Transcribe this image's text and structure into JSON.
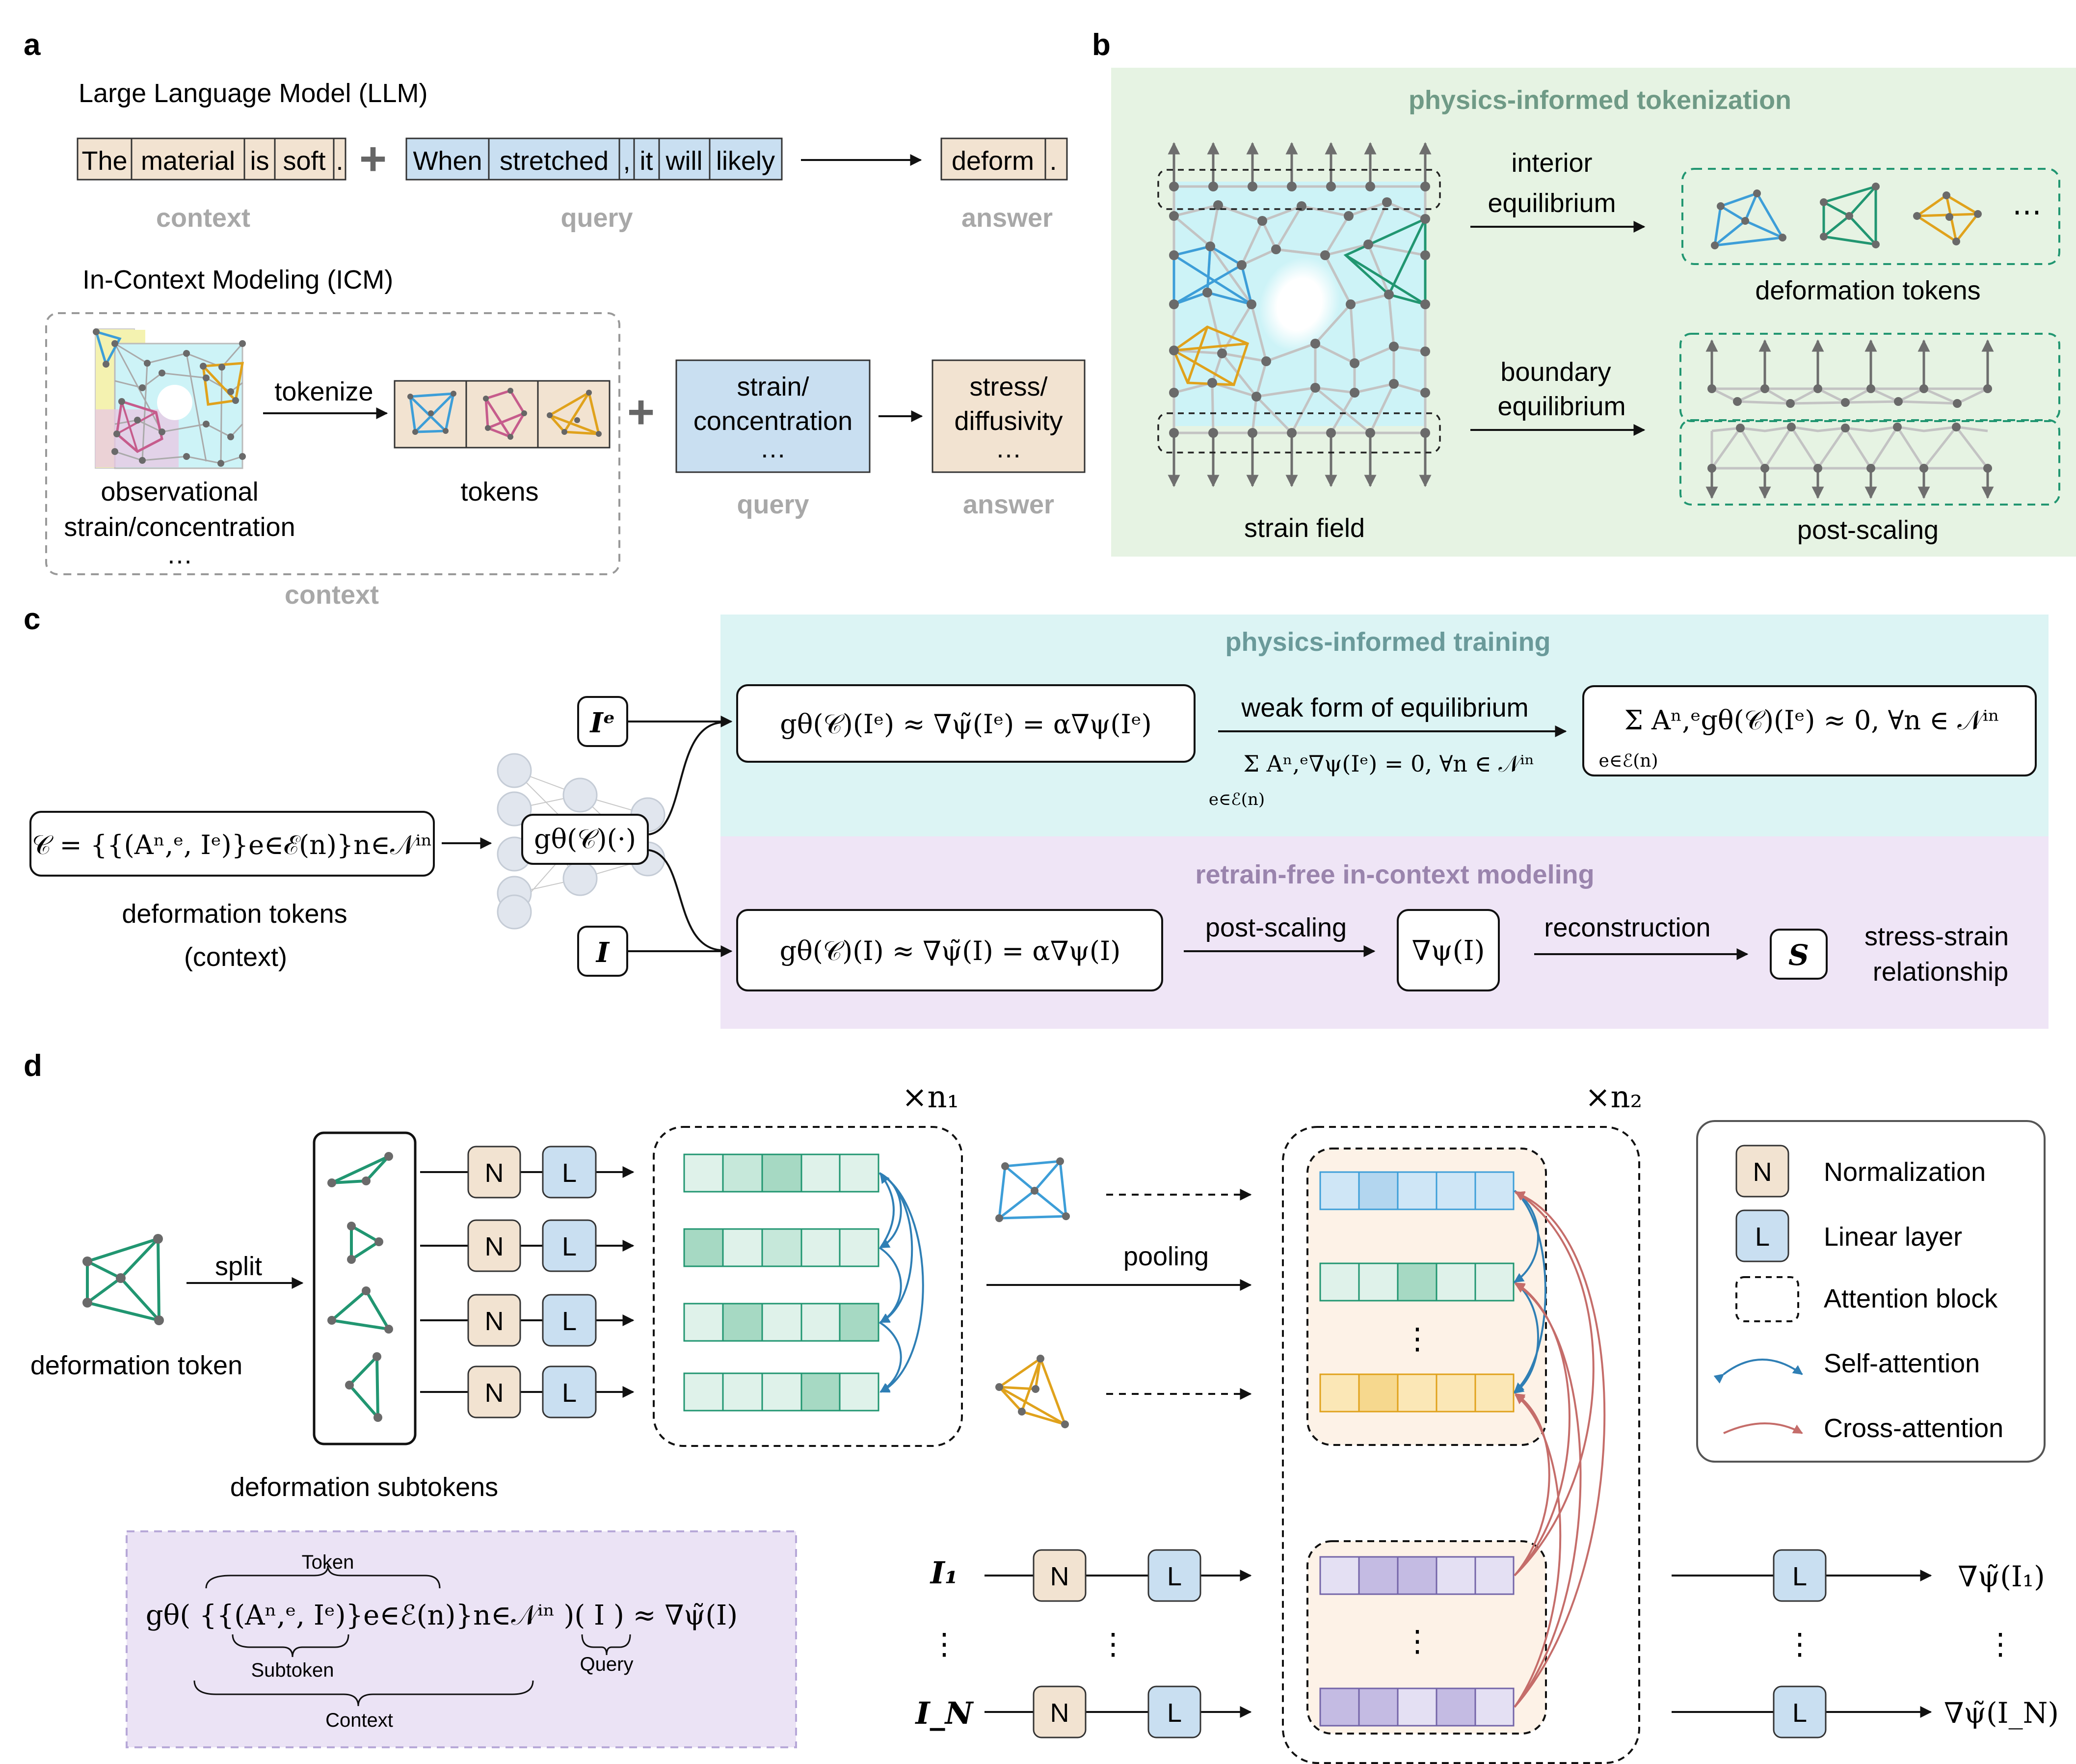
{
  "panels": {
    "a": "a",
    "b": "b",
    "c": "c",
    "d": "d"
  },
  "colors": {
    "context_fill": "#f2e3d1",
    "query_fill": "#c9dff1",
    "green_bg": "#e6f3e3",
    "cyan_bg": "#dcf4f4",
    "purple_bg": "#efe5f6",
    "mesh_fill": "#cdf3f7",
    "blue": "#3d9ed8",
    "green": "#219671",
    "orange": "#e0a21c",
    "pink": "#c65c8c",
    "self_attention": "#2f7fb5",
    "cross_attention": "#c56d6a"
  },
  "a": {
    "llm_title": "Large Language Model (LLM)",
    "llm_context_tokens": [
      "The",
      "material",
      "is",
      "soft",
      "."
    ],
    "llm_query_tokens": [
      "When",
      "stretched",
      ",",
      "it",
      "will",
      "likely"
    ],
    "llm_answer_tokens": [
      "deform",
      "."
    ],
    "label_context": "context",
    "label_query": "query",
    "label_answer": "answer",
    "icm_title": "In-Context Modeling (ICM)",
    "tokenize": "tokenize",
    "obs_line1": "observational",
    "obs_line2": "strain/concentration",
    "obs_line3": "…",
    "tokens": "tokens",
    "query_box": [
      "strain/",
      "concentration",
      "…"
    ],
    "answer_box": [
      "stress/",
      "diffusivity",
      "…"
    ],
    "icm_query": "query",
    "icm_answer": "answer",
    "icm_context": "context"
  },
  "b": {
    "title": "physics-informed tokenization",
    "interior_1": "interior",
    "interior_2": "equilibrium",
    "deformation_tokens": "deformation tokens",
    "ellipsis": "⋯",
    "boundary_1": "boundary",
    "boundary_2": "equilibrium",
    "strain_field": "strain field",
    "post_scaling": "post-scaling"
  },
  "c": {
    "training_title": "physics-informed training",
    "retrain_title": "retrain-free in-context modeling",
    "input_Ie": "Iᵉ",
    "input_I": "I",
    "net_label": "gθ(𝒞)(·)",
    "context_formula": "𝒞 = {{(Aⁿ,ᵉ, Iᵉ)}e∈ℰ(n)}n∈𝒩ⁱⁿ",
    "deformation_tokens": "deformation tokens",
    "context_paren": "(context)",
    "train_eq": "gθ(𝒞)(Iᵉ) ≈ ∇ψ̃(Iᵉ) = α∇ψ(Iᵉ)",
    "weak_form": "weak form of equilibrium",
    "weak_eq": "Σ Aⁿ,ᵉ∇ψ(Iᵉ) = 0,  ∀n ∈ 𝒩ⁱⁿ",
    "weak_eq_sub": "e∈ℰ(n)",
    "result_eq": "Σ Aⁿ,ᵉgθ(𝒞)(Iᵉ) ≈ 0,  ∀n ∈ 𝒩ⁱⁿ",
    "result_eq_sub": "e∈ℰ(n)",
    "infer_eq": "gθ(𝒞)(I) ≈ ∇ψ̃(I) = α∇ψ(I)",
    "post_scaling": "post-scaling",
    "grad_box": "∇ψ(I)",
    "reconstruction": "reconstruction",
    "S": "S",
    "stress_1": "stress-strain",
    "stress_2": "relationship"
  },
  "d": {
    "n1": "×n₁",
    "n2": "×n₂",
    "split": "split",
    "deformation_token": "deformation token",
    "deformation_subtokens": "deformation subtokens",
    "pooling": "pooling",
    "N": "N",
    "L": "L",
    "legend": [
      {
        "key": "N",
        "label": "Normalization"
      },
      {
        "key": "L",
        "label": "Linear layer"
      },
      {
        "key": "attn",
        "label": "Attention block"
      },
      {
        "key": "self",
        "label": "Self-attention"
      },
      {
        "key": "cross",
        "label": "Cross-attention"
      }
    ],
    "I1": "I₁",
    "IN": "I_N",
    "vdots": "⋮",
    "out1": "∇ψ̃(I₁)",
    "outN": "∇ψ̃(I_N)",
    "formula": "gθ( {{(Aⁿ,ᵉ, Iᵉ)}e∈ℰ(n)}n∈𝒩ⁱⁿ )( I ) ≈ ∇ψ̃(I)",
    "brace_token": "Token",
    "brace_subtoken": "Subtoken",
    "brace_context": "Context",
    "brace_query": "Query"
  }
}
